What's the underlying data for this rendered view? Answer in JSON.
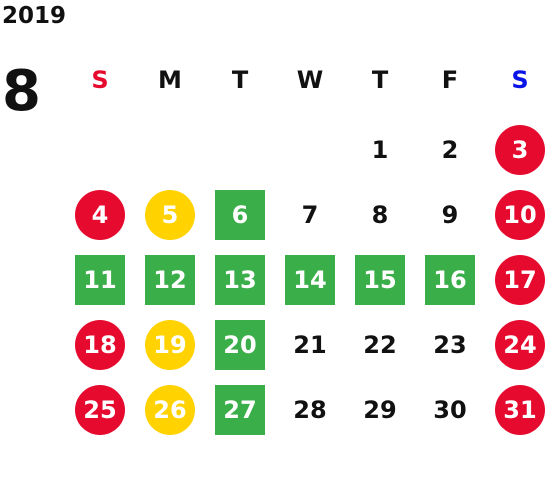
{
  "calendar": {
    "year": "2019",
    "month": "8",
    "weekdays": [
      {
        "label": "S",
        "color": "#e60a2e"
      },
      {
        "label": "M",
        "color": "#111111"
      },
      {
        "label": "T",
        "color": "#111111"
      },
      {
        "label": "W",
        "color": "#111111"
      },
      {
        "label": "T",
        "color": "#111111"
      },
      {
        "label": "F",
        "color": "#111111"
      },
      {
        "label": "S",
        "color": "#0a14e6"
      }
    ],
    "weeks": [
      [
        null,
        null,
        null,
        null,
        {
          "day": "1",
          "style": "plain"
        },
        {
          "day": "2",
          "style": "plain"
        },
        {
          "day": "3",
          "style": "red"
        }
      ],
      [
        {
          "day": "4",
          "style": "red"
        },
        {
          "day": "5",
          "style": "yellow"
        },
        {
          "day": "6",
          "style": "green"
        },
        {
          "day": "7",
          "style": "plain"
        },
        {
          "day": "8",
          "style": "plain"
        },
        {
          "day": "9",
          "style": "plain"
        },
        {
          "day": "10",
          "style": "red"
        }
      ],
      [
        {
          "day": "11",
          "style": "green"
        },
        {
          "day": "12",
          "style": "green"
        },
        {
          "day": "13",
          "style": "green"
        },
        {
          "day": "14",
          "style": "green"
        },
        {
          "day": "15",
          "style": "green"
        },
        {
          "day": "16",
          "style": "green"
        },
        {
          "day": "17",
          "style": "red"
        }
      ],
      [
        {
          "day": "18",
          "style": "red"
        },
        {
          "day": "19",
          "style": "yellow"
        },
        {
          "day": "20",
          "style": "green"
        },
        {
          "day": "21",
          "style": "plain"
        },
        {
          "day": "22",
          "style": "plain"
        },
        {
          "day": "23",
          "style": "plain"
        },
        {
          "day": "24",
          "style": "red"
        }
      ],
      [
        {
          "day": "25",
          "style": "red"
        },
        {
          "day": "26",
          "style": "yellow"
        },
        {
          "day": "27",
          "style": "green"
        },
        {
          "day": "28",
          "style": "plain"
        },
        {
          "day": "29",
          "style": "plain"
        },
        {
          "day": "30",
          "style": "plain"
        },
        {
          "day": "31",
          "style": "red"
        }
      ]
    ],
    "colors": {
      "red": "#e60a2e",
      "yellow": "#ffd200",
      "green": "#3aae49",
      "sunday": "#e60a2e",
      "saturday": "#0a14e6"
    }
  }
}
